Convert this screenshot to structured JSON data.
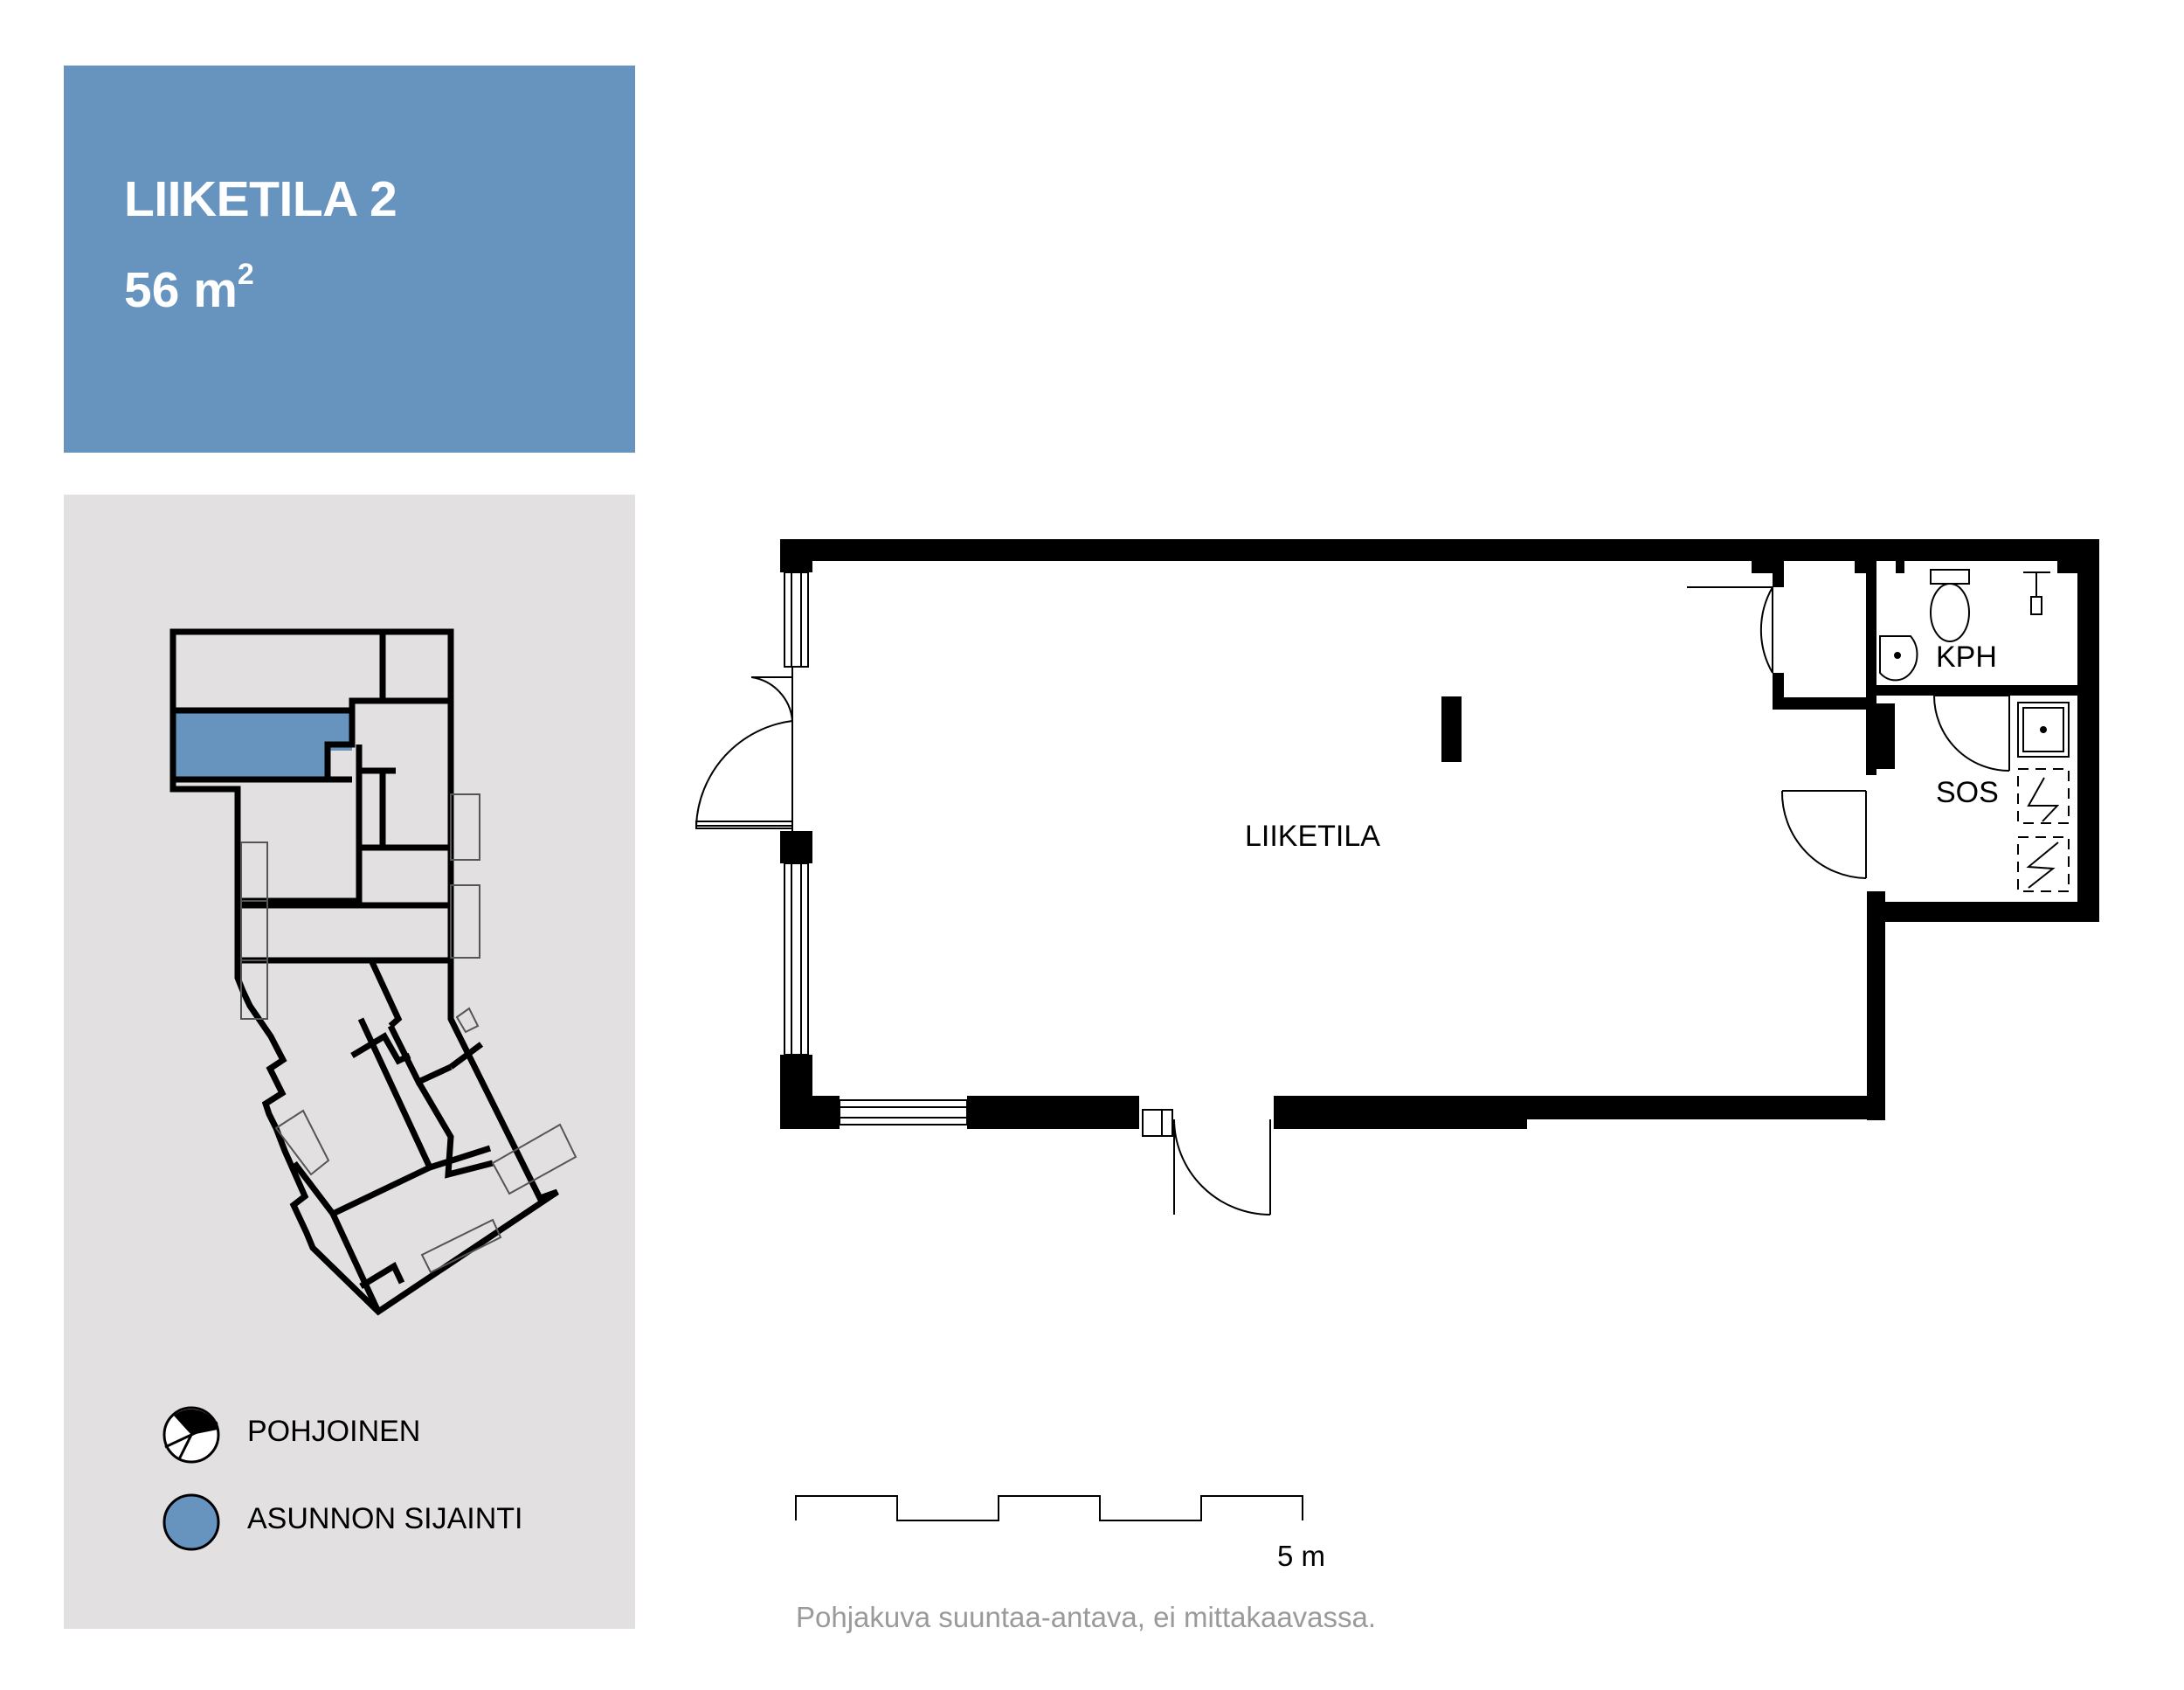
{
  "header": {
    "title": "LIIKETILA 2",
    "area_value": "56 m",
    "area_unit_sup": "2"
  },
  "legend": {
    "north_label": "POHJOINEN",
    "location_label": "ASUNNON SIJAINTI"
  },
  "rooms": {
    "main": "LIIKETILA",
    "bathroom": "KPH",
    "social": "SOS"
  },
  "scale": {
    "label": "5 m"
  },
  "disclaimer": "Pohjakuva suuntaa-antava, ei mittakaavassa.",
  "colors": {
    "panel_blue": "#6694bf",
    "panel_gray": "#e2e0e1",
    "wall": "#000000",
    "disclaimer_gray": "#9a9a9a"
  }
}
